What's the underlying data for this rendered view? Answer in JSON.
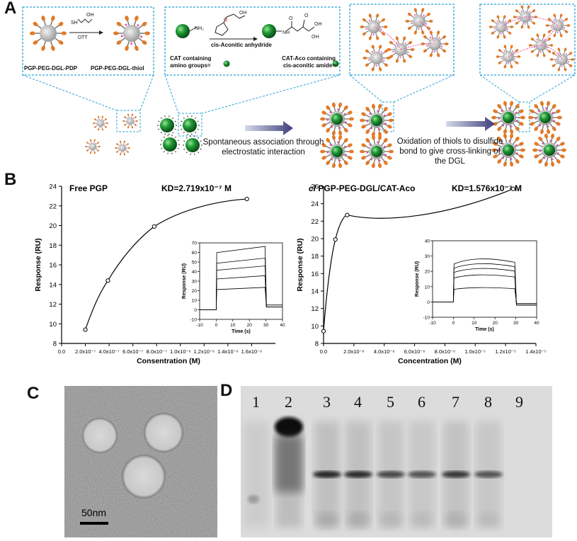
{
  "panels": {
    "a": "A",
    "b": "B",
    "c": "C",
    "d": "D"
  },
  "panel_a": {
    "box1": {
      "reagent": "DTT",
      "left_label": "PGP-PEG-DGL-PDP",
      "right_label": "PGP-PEG-DGL-thiol",
      "thiol_formula_sh": "SH",
      "thiol_formula_oh": "OH"
    },
    "box2": {
      "amine": "NH₂",
      "reagent": "cis-Aconitic anhydride",
      "left_legend": "CAT containing amino groups=",
      "right_legend": "CAT-Aco containing cis-aconitic amide="
    },
    "caption1": "Spontaneous association through electrostatic interaction",
    "caption2": "Oxidation of thiols to disulfide bond to give cross-linking of the DGL"
  },
  "chart_data": [
    {
      "type": "line",
      "title": "Free PGP",
      "kd": "KD=2.719x10⁻⁷ M",
      "xlabel": "Consentration (M)",
      "ylabel": "Response (RU)",
      "xlim": [
        0,
        1.8e-06
      ],
      "ylim": [
        8,
        24
      ],
      "xticks": [
        "0.0",
        "2.0x10⁻⁷",
        "4.0x10⁻⁷",
        "6.0x10⁻⁷",
        "8.0x10⁻⁷",
        "1.0x10⁻⁶",
        "1.2x10⁻⁶",
        "1.4x10⁻⁶",
        "1.6x10⁻⁶"
      ],
      "yticks": [
        "8",
        "10",
        "12",
        "14",
        "16",
        "18",
        "20",
        "22",
        "24"
      ],
      "points": [
        [
          2e-07,
          9.4
        ],
        [
          3.9e-07,
          14.4
        ],
        [
          7.8e-07,
          19.9
        ],
        [
          1.56e-06,
          22.7
        ]
      ],
      "inset": {
        "xlabel": "Time (s)",
        "ylabel": "Response (RU)",
        "xlim": [
          -10,
          40
        ],
        "ylim": [
          -10,
          70
        ],
        "xticks": [
          "-10",
          "0",
          "10",
          "20",
          "30",
          "40"
        ],
        "yticks": [
          "-10",
          "0",
          "10",
          "20",
          "30",
          "40",
          "50",
          "60",
          "70"
        ],
        "plateaus": [
          65,
          53,
          45,
          35,
          23
        ]
      }
    },
    {
      "type": "line",
      "title": "cl PGP-PEG-DGL/CAT-Aco",
      "title_italic": "cl",
      "title_rest": " PGP-PEG-DGL/CAT-Aco",
      "kd": "KD=1.576x10⁻⁷ M",
      "xlabel": "Concentration (M)",
      "ylabel": "Response (RU)",
      "xlim": [
        0,
        1.4e-05
      ],
      "ylim": [
        8,
        26
      ],
      "xticks": [
        "0.0",
        "2.0x10⁻⁶",
        "4.0x10⁻⁶",
        "6.0x10⁻⁶",
        "8.0x10⁻⁶",
        "1.0x10⁻⁵",
        "1.2x10⁻⁵",
        "1.4x10⁻⁵"
      ],
      "yticks": [
        "8",
        "10",
        "12",
        "14",
        "16",
        "18",
        "20",
        "22",
        "24",
        "26"
      ],
      "points": [
        [
          0.0,
          9.4
        ],
        [
          7.8e-07,
          19.9
        ],
        [
          1.56e-06,
          22.7
        ],
        [
          1.25e-05,
          25.7
        ]
      ],
      "inset": {
        "xlabel": "Time (s)",
        "ylabel": "Response (RU)",
        "xlim": [
          -10,
          40
        ],
        "ylim": [
          -10,
          40
        ],
        "xticks": [
          "-10",
          "0",
          "10",
          "20",
          "30",
          "40"
        ],
        "yticks": [
          "-10",
          "0",
          "10",
          "20",
          "30",
          "40"
        ],
        "plateaus": [
          27,
          24,
          21,
          17,
          9
        ]
      }
    }
  ],
  "panel_c": {
    "scale": "50nm"
  },
  "panel_d": {
    "lanes": [
      "1",
      "2",
      "3",
      "4",
      "5",
      "6",
      "7",
      "8",
      "9"
    ],
    "band_intensity": [
      0.15,
      1.0,
      0.85,
      0.8,
      0.55,
      0.45,
      0.7,
      0.45,
      0.0
    ]
  }
}
